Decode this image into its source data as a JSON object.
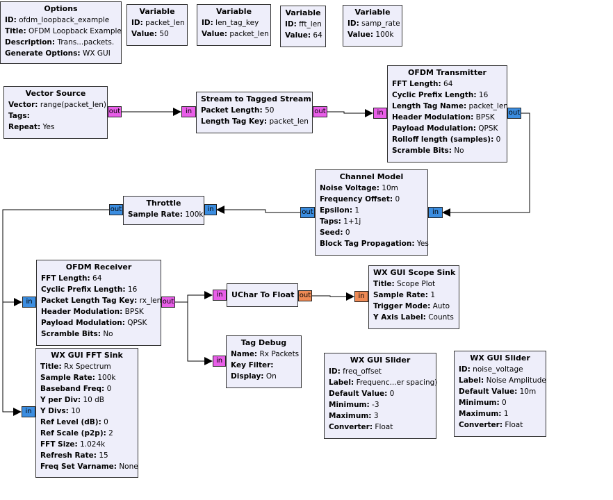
{
  "colors": {
    "block_bg": "#eeeefa",
    "port_complex": "#3b8de0",
    "port_byte": "#e85ee8",
    "port_float": "#ee8a55"
  },
  "blocks": {
    "options": {
      "title": "Options",
      "rows": [
        {
          "k": "ID:",
          "v": "ofdm_loopback_example"
        },
        {
          "k": "Title:",
          "v": "OFDM Loopback Example"
        },
        {
          "k": "Description:",
          "v": "Trans...packets."
        },
        {
          "k": "Generate Options:",
          "v": "WX GUI"
        }
      ]
    },
    "var_packet_len": {
      "title": "Variable",
      "rows": [
        {
          "k": "ID:",
          "v": "packet_len"
        },
        {
          "k": "Value:",
          "v": "50"
        }
      ]
    },
    "var_len_tag_key": {
      "title": "Variable",
      "rows": [
        {
          "k": "ID:",
          "v": "len_tag_key"
        },
        {
          "k": "Value:",
          "v": "packet_len"
        }
      ]
    },
    "var_fft_len": {
      "title": "Variable",
      "rows": [
        {
          "k": "ID:",
          "v": "fft_len"
        },
        {
          "k": "Value:",
          "v": "64"
        }
      ]
    },
    "var_samp_rate": {
      "title": "Variable",
      "rows": [
        {
          "k": "ID:",
          "v": "samp_rate"
        },
        {
          "k": "Value:",
          "v": "100k"
        }
      ]
    },
    "vector_source": {
      "title": "Vector Source",
      "rows": [
        {
          "k": "Vector:",
          "v": "range(packet_len)"
        },
        {
          "k": "Tags:",
          "v": ""
        },
        {
          "k": "Repeat:",
          "v": "Yes"
        }
      ]
    },
    "stream_to_tagged": {
      "title": "Stream to Tagged Stream",
      "rows": [
        {
          "k": "Packet Length:",
          "v": "50"
        },
        {
          "k": "Length Tag Key:",
          "v": "packet_len"
        }
      ]
    },
    "ofdm_tx": {
      "title": "OFDM Transmitter",
      "rows": [
        {
          "k": "FFT Length:",
          "v": "64"
        },
        {
          "k": "Cyclic Prefix Length:",
          "v": "16"
        },
        {
          "k": "Length Tag Name:",
          "v": "packet_len"
        },
        {
          "k": "Header Modulation:",
          "v": "BPSK"
        },
        {
          "k": "Payload Modulation:",
          "v": "QPSK"
        },
        {
          "k": "Rolloff length (samples):",
          "v": "0"
        },
        {
          "k": "Scramble Bits:",
          "v": "No"
        }
      ]
    },
    "channel_model": {
      "title": "Channel Model",
      "rows": [
        {
          "k": "Noise Voltage:",
          "v": "10m"
        },
        {
          "k": "Frequency Offset:",
          "v": "0"
        },
        {
          "k": "Epsilon:",
          "v": "1"
        },
        {
          "k": "Taps:",
          "v": "1+1j"
        },
        {
          "k": "Seed:",
          "v": "0"
        },
        {
          "k": "Block Tag Propagation:",
          "v": "Yes"
        }
      ]
    },
    "throttle": {
      "title": "Throttle",
      "rows": [
        {
          "k": "Sample Rate:",
          "v": "100k"
        }
      ]
    },
    "ofdm_rx": {
      "title": "OFDM Receiver",
      "rows": [
        {
          "k": "FFT Length:",
          "v": "64"
        },
        {
          "k": "Cyclic Prefix Length:",
          "v": "16"
        },
        {
          "k": "Packet Length Tag Key:",
          "v": "rx_len"
        },
        {
          "k": "Header Modulation:",
          "v": "BPSK"
        },
        {
          "k": "Payload Modulation:",
          "v": "QPSK"
        },
        {
          "k": "Scramble Bits:",
          "v": "No"
        }
      ]
    },
    "uchar_to_float": {
      "title": "UChar To Float",
      "rows": []
    },
    "scope_sink": {
      "title": "WX GUI Scope Sink",
      "rows": [
        {
          "k": "Title:",
          "v": "Scope Plot"
        },
        {
          "k": "Sample Rate:",
          "v": "1"
        },
        {
          "k": "Trigger Mode:",
          "v": "Auto"
        },
        {
          "k": "Y Axis Label:",
          "v": "Counts"
        }
      ]
    },
    "tag_debug": {
      "title": "Tag Debug",
      "rows": [
        {
          "k": "Name:",
          "v": "Rx Packets"
        },
        {
          "k": "Key Filter:",
          "v": ""
        },
        {
          "k": "Display:",
          "v": "On"
        }
      ]
    },
    "fft_sink": {
      "title": "WX GUI FFT Sink",
      "rows": [
        {
          "k": "Title:",
          "v": "Rx Spectrum"
        },
        {
          "k": "Sample Rate:",
          "v": "100k"
        },
        {
          "k": "Baseband Freq:",
          "v": "0"
        },
        {
          "k": "Y per Div:",
          "v": "10 dB"
        },
        {
          "k": "Y Divs:",
          "v": "10"
        },
        {
          "k": "Ref Level (dB):",
          "v": "0"
        },
        {
          "k": "Ref Scale (p2p):",
          "v": "2"
        },
        {
          "k": "FFT Size:",
          "v": "1.024k"
        },
        {
          "k": "Refresh Rate:",
          "v": "15"
        },
        {
          "k": "Freq Set Varname:",
          "v": "None"
        }
      ]
    },
    "slider_freq": {
      "title": "WX GUI Slider",
      "rows": [
        {
          "k": "ID:",
          "v": "freq_offset"
        },
        {
          "k": "Label:",
          "v": "Frequenc...er spacing)"
        },
        {
          "k": "Default Value:",
          "v": "0"
        },
        {
          "k": "Minimum:",
          "v": "-3"
        },
        {
          "k": "Maximum:",
          "v": "3"
        },
        {
          "k": "Converter:",
          "v": "Float"
        }
      ]
    },
    "slider_noise": {
      "title": "WX GUI Slider",
      "rows": [
        {
          "k": "ID:",
          "v": "noise_voltage"
        },
        {
          "k": "Label:",
          "v": "Noise Amplitude"
        },
        {
          "k": "Default Value:",
          "v": "10m"
        },
        {
          "k": "Minimum:",
          "v": "0"
        },
        {
          "k": "Maximum:",
          "v": "1"
        },
        {
          "k": "Converter:",
          "v": "Float"
        }
      ]
    }
  },
  "ports": {
    "in": "in",
    "out": "out"
  }
}
